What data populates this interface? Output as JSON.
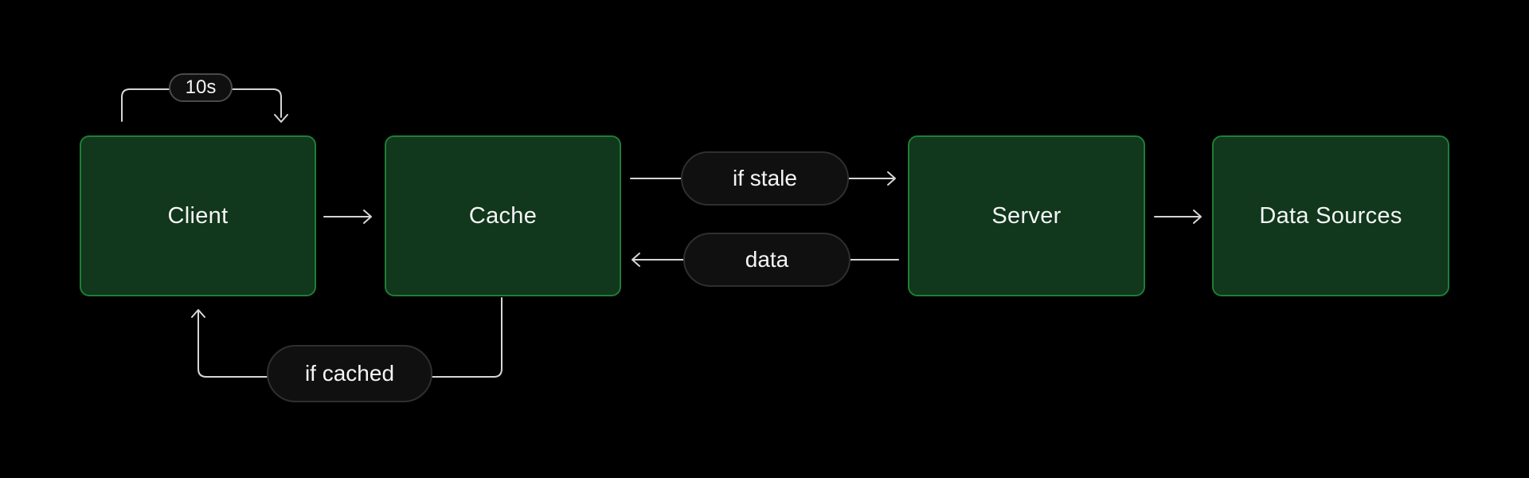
{
  "nodes": [
    {
      "id": "client",
      "label": "Client"
    },
    {
      "id": "cache",
      "label": "Cache"
    },
    {
      "id": "server",
      "label": "Server"
    },
    {
      "id": "data_sources",
      "label": "Data Sources"
    }
  ],
  "edges": [
    {
      "id": "client_self_loop",
      "from": "client",
      "to": "client",
      "label": "10s",
      "arrow": "down-into-client"
    },
    {
      "id": "client_to_cache",
      "from": "client",
      "to": "cache",
      "label": "",
      "arrow": "right"
    },
    {
      "id": "cache_to_server",
      "from": "cache",
      "to": "server",
      "label": "if stale",
      "arrow": "right"
    },
    {
      "id": "server_to_cache",
      "from": "server",
      "to": "cache",
      "label": "data",
      "arrow": "left"
    },
    {
      "id": "server_to_data_sources",
      "from": "server",
      "to": "data_sources",
      "label": "",
      "arrow": "right"
    },
    {
      "id": "cache_to_client",
      "from": "cache",
      "to": "client",
      "label": "if cached",
      "arrow": "up-into-client"
    }
  ],
  "colors": {
    "background": "#000000",
    "node_fill": "#11371c",
    "node_border": "#1f7d36",
    "pill_fill": "#101010",
    "pill_border": "#2f2f2f",
    "connector": "#d6d6d6",
    "text": "#f5f5f5"
  }
}
